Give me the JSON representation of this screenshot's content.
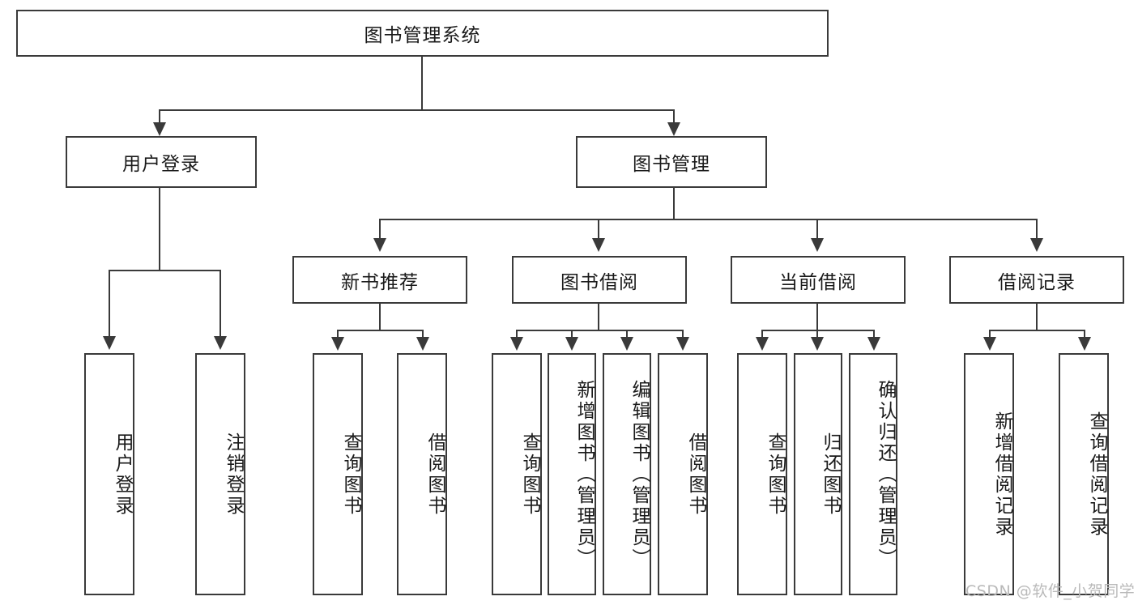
{
  "diagram": {
    "type": "tree-hierarchy-diagram",
    "title": "图书管理系统",
    "watermark": "CSDN @软件_小贺同学",
    "colors": {
      "stroke": "#3a3a3a",
      "fill": "#ffffff",
      "text": "#1a1a1a",
      "watermark": "#b9b9b9"
    },
    "nodes": {
      "root": {
        "label": "图书管理系统",
        "level": 1
      },
      "n_user_login": {
        "label": "用户登录",
        "level": 2
      },
      "n_book_mgmt": {
        "label": "图书管理",
        "level": 2
      },
      "n_new_book_rec": {
        "label": "新书推荐",
        "level": 3
      },
      "n_book_borrow": {
        "label": "图书借阅",
        "level": 3
      },
      "n_current_borrow": {
        "label": "当前借阅",
        "level": 3
      },
      "n_borrow_record": {
        "label": "借阅记录",
        "level": 3
      },
      "leaf_user_login": {
        "label": "用户登录",
        "level": 4
      },
      "leaf_logout": {
        "label": "注销登录",
        "level": 4
      },
      "leaf_query_book_1": {
        "label": "查询图书",
        "level": 4
      },
      "leaf_borrow_book_1": {
        "label": "借阅图书",
        "level": 4
      },
      "leaf_query_book_2": {
        "label": "查询图书",
        "level": 4
      },
      "leaf_add_book": {
        "label": "新增图书（管理员）",
        "level": 4
      },
      "leaf_edit_book": {
        "label": "编辑图书（管理员）",
        "level": 4
      },
      "leaf_borrow_book_2": {
        "label": "借阅图书",
        "level": 4
      },
      "leaf_query_book_3": {
        "label": "查询图书",
        "level": 4
      },
      "leaf_return_book": {
        "label": "归还图书",
        "level": 4
      },
      "leaf_confirm_return": {
        "label": "确认归还（管理员）",
        "level": 4
      },
      "leaf_add_record": {
        "label": "新增借阅记录",
        "level": 4
      },
      "leaf_query_record": {
        "label": "查询借阅记录",
        "level": 4
      }
    },
    "edges": [
      {
        "from": "root",
        "to": "n_user_login"
      },
      {
        "from": "root",
        "to": "n_book_mgmt"
      },
      {
        "from": "n_user_login",
        "to": "leaf_user_login"
      },
      {
        "from": "n_user_login",
        "to": "leaf_logout"
      },
      {
        "from": "n_book_mgmt",
        "to": "n_new_book_rec"
      },
      {
        "from": "n_book_mgmt",
        "to": "n_book_borrow"
      },
      {
        "from": "n_book_mgmt",
        "to": "n_current_borrow"
      },
      {
        "from": "n_book_mgmt",
        "to": "n_borrow_record"
      },
      {
        "from": "n_new_book_rec",
        "to": "leaf_query_book_1"
      },
      {
        "from": "n_new_book_rec",
        "to": "leaf_borrow_book_1"
      },
      {
        "from": "n_book_borrow",
        "to": "leaf_query_book_2"
      },
      {
        "from": "n_book_borrow",
        "to": "leaf_add_book"
      },
      {
        "from": "n_book_borrow",
        "to": "leaf_edit_book"
      },
      {
        "from": "n_book_borrow",
        "to": "leaf_borrow_book_2"
      },
      {
        "from": "n_current_borrow",
        "to": "leaf_query_book_3"
      },
      {
        "from": "n_current_borrow",
        "to": "leaf_return_book"
      },
      {
        "from": "n_current_borrow",
        "to": "leaf_confirm_return"
      },
      {
        "from": "n_borrow_record",
        "to": "leaf_add_record"
      },
      {
        "from": "n_borrow_record",
        "to": "leaf_query_record"
      }
    ]
  }
}
